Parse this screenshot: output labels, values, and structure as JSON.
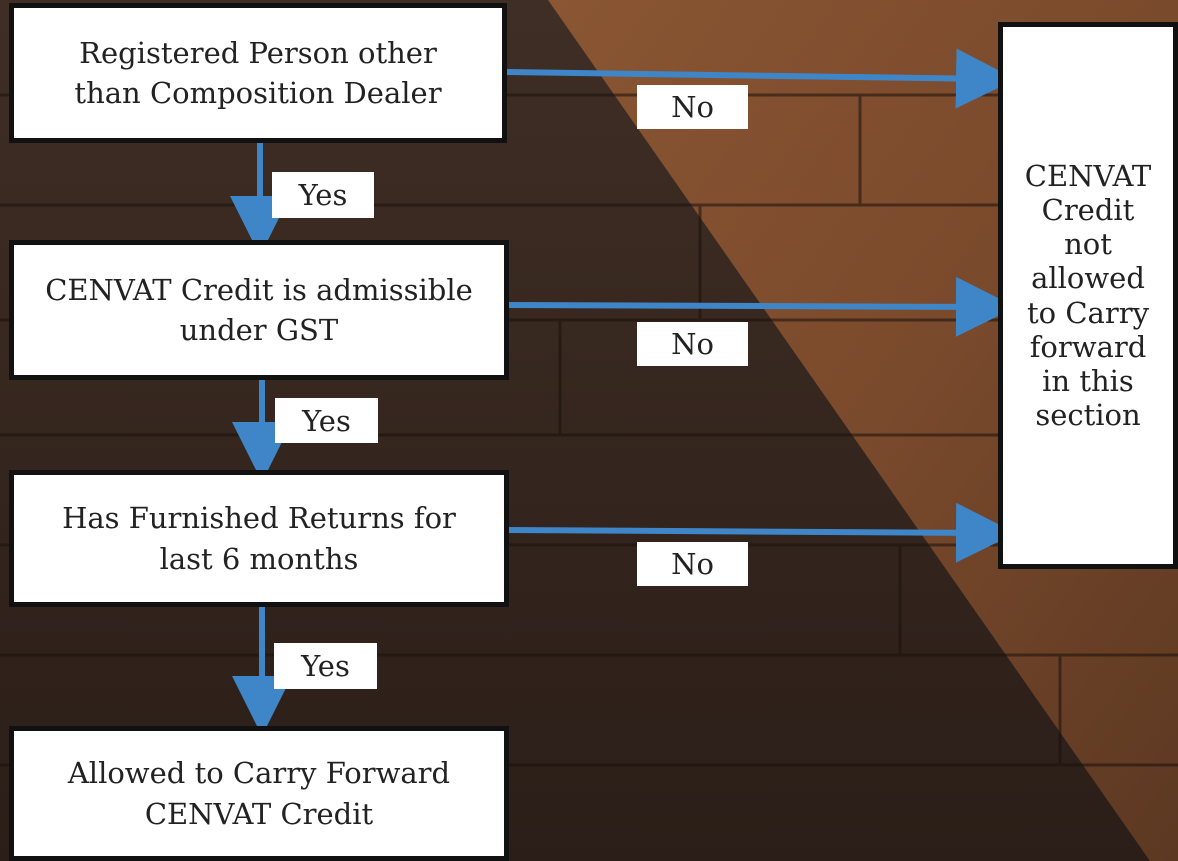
{
  "diagram": {
    "colors": {
      "arrow": "#3f86c8",
      "box_fill": "#ffffff",
      "box_border": "#111111",
      "text": "#222222"
    },
    "nodes": {
      "registered_person": {
        "line1": "Registered Person other",
        "line2": "than Composition Dealer"
      },
      "cenvat_admissible": {
        "line1": "CENVAT Credit is admissible",
        "line2": "under GST"
      },
      "furnished_returns": {
        "line1": "Has Furnished Returns for",
        "line2": "last 6 months"
      },
      "allowed": {
        "line1": "Allowed to Carry Forward",
        "line2": "CENVAT Credit"
      },
      "not_allowed": {
        "lines": [
          "CENVAT",
          "Credit",
          "not",
          "allowed",
          "to Carry",
          "forward",
          "in this",
          "section"
        ]
      }
    },
    "edges": {
      "yes_label": "Yes",
      "no_label": "No"
    }
  }
}
